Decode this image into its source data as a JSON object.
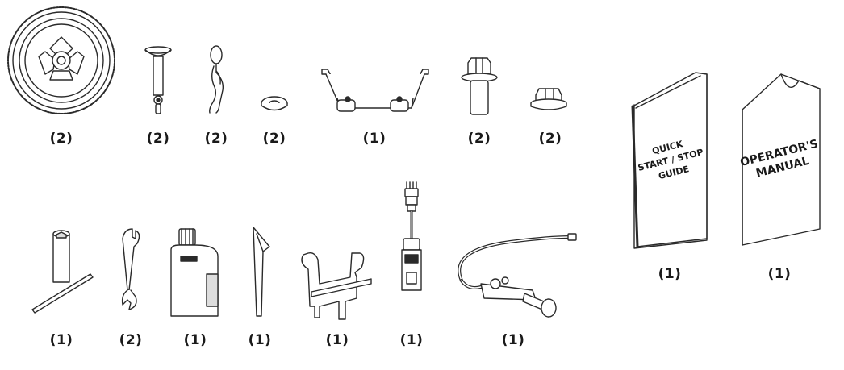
{
  "colors": {
    "line": "#2a2a2a",
    "fill": "#ffffff",
    "shade": "#dddddd"
  },
  "parts": [
    {
      "icon": "wheel-icon",
      "qty": "(2)"
    },
    {
      "icon": "axle-pin-icon",
      "qty": "(2)"
    },
    {
      "icon": "hair-pin-clip-icon",
      "qty": "(2)"
    },
    {
      "icon": "washer-icon",
      "qty": "(2)"
    },
    {
      "icon": "support-bracket-icon",
      "qty": "(1)"
    },
    {
      "icon": "flange-bolt-icon",
      "qty": "(2)"
    },
    {
      "icon": "flange-nut-icon",
      "qty": "(2)"
    },
    {
      "icon": "spark-plug-wrench-icon",
      "qty": "(1)"
    },
    {
      "icon": "open-end-wrench-icon",
      "qty": "(2)"
    },
    {
      "icon": "oil-bottle-icon",
      "qty": "(1)"
    },
    {
      "icon": "oil-funnel-icon",
      "qty": "(1)"
    },
    {
      "icon": "handle-bracket-icon",
      "qty": "(1)"
    },
    {
      "icon": "adapter-cord-icon",
      "qty": "(1)"
    },
    {
      "icon": "regulator-hose-icon",
      "qty": "(1)"
    },
    {
      "icon": "quick-start-guide-icon",
      "qty": "(1)"
    },
    {
      "icon": "operators-manual-icon",
      "qty": "(1)"
    }
  ],
  "manuals": {
    "quick_start": [
      "QUICK",
      "START / STOP",
      "GUIDE"
    ],
    "operators": [
      "OPERATOR'S",
      "MANUAL"
    ]
  }
}
